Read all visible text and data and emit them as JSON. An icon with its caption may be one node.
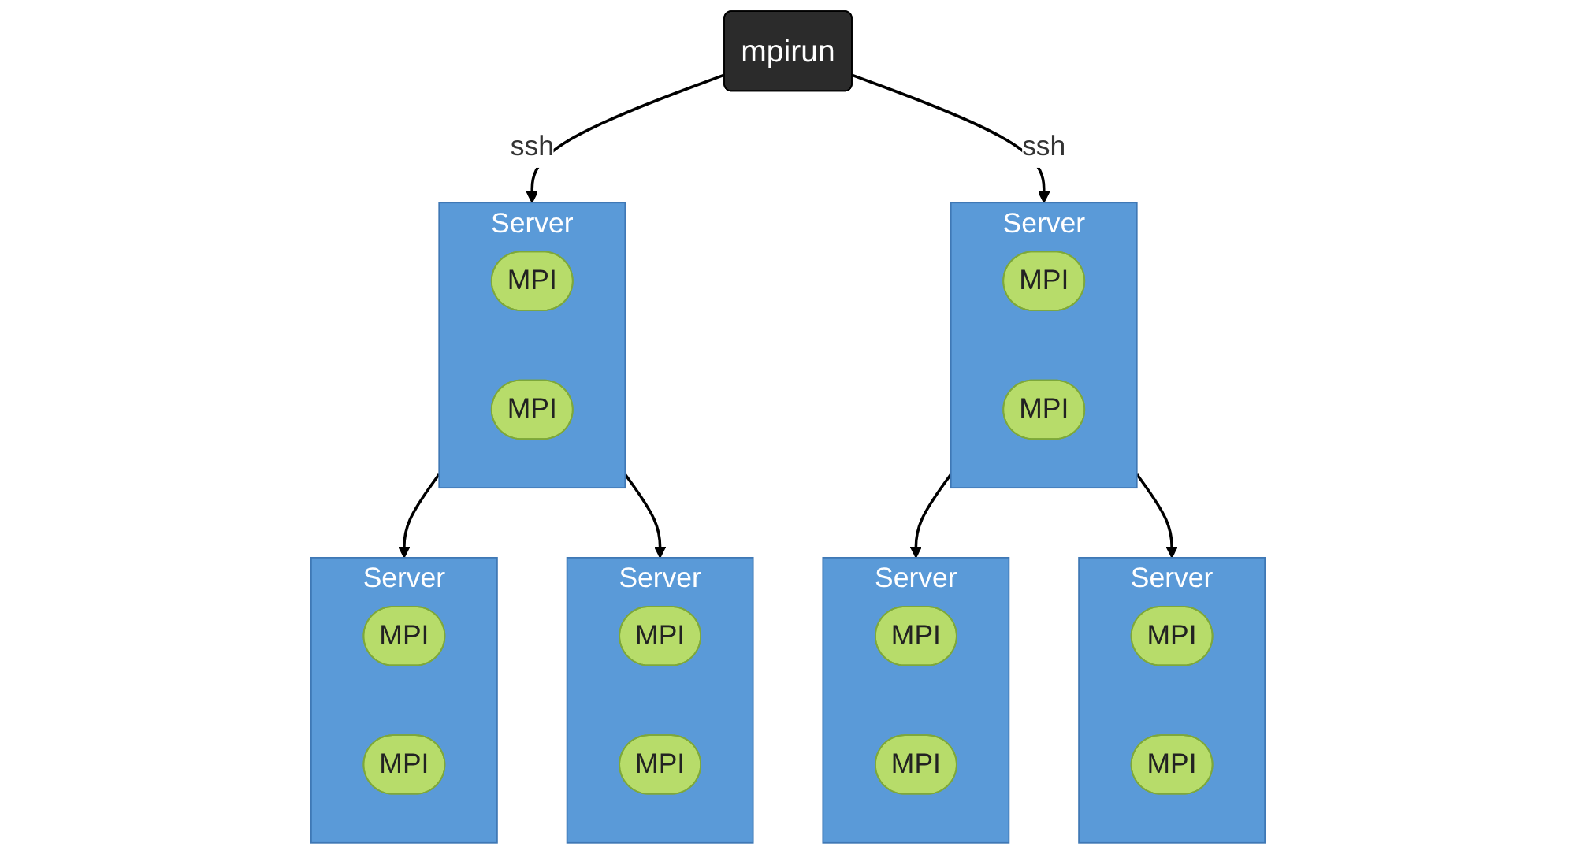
{
  "diagram": {
    "nodes": [
      {
        "text": [
          "mpirun"
        ]
      },
      {
        "text": [
          "Server"
        ]
      },
      {
        "text": [
          "MPI"
        ],
        "in": 1
      },
      {
        "text": [
          "MPI"
        ],
        "in": 1
      },
      {
        "text": [
          "Server"
        ]
      },
      {
        "text": [
          "MPI"
        ],
        "in": 4
      },
      {
        "text": [
          "MPI"
        ],
        "in": 4
      },
      {
        "text": [
          "Server"
        ]
      },
      {
        "text": [
          "MPI"
        ],
        "in": 7
      },
      {
        "text": [
          "MPI"
        ],
        "in": 7
      },
      {
        "text": [
          "Server"
        ]
      },
      {
        "text": [
          "MPI"
        ],
        "in": 10
      },
      {
        "text": [
          "MPI"
        ],
        "in": 10
      },
      {
        "text": [
          "Server"
        ]
      },
      {
        "text": [
          "MPI"
        ],
        "in": 13
      },
      {
        "text": [
          "MPI"
        ],
        "in": 13
      },
      {
        "text": [
          "Server"
        ]
      },
      {
        "text": [
          "MPI"
        ],
        "in": 16
      },
      {
        "text": [
          "MPI"
        ],
        "in": 16
      }
    ],
    "edges": [
      {
        "from": 0,
        "to": 1,
        "arrow": "to",
        "label": "ssh"
      },
      {
        "from": 0,
        "to": 4,
        "arrow": "to",
        "label": "ssh"
      },
      {
        "from": 1,
        "to": 7,
        "arrow": "to"
      },
      {
        "from": 1,
        "to": 10,
        "arrow": "to"
      },
      {
        "from": 4,
        "to": 13,
        "arrow": "to"
      },
      {
        "from": 4,
        "to": 16,
        "arrow": "to"
      }
    ]
  }
}
